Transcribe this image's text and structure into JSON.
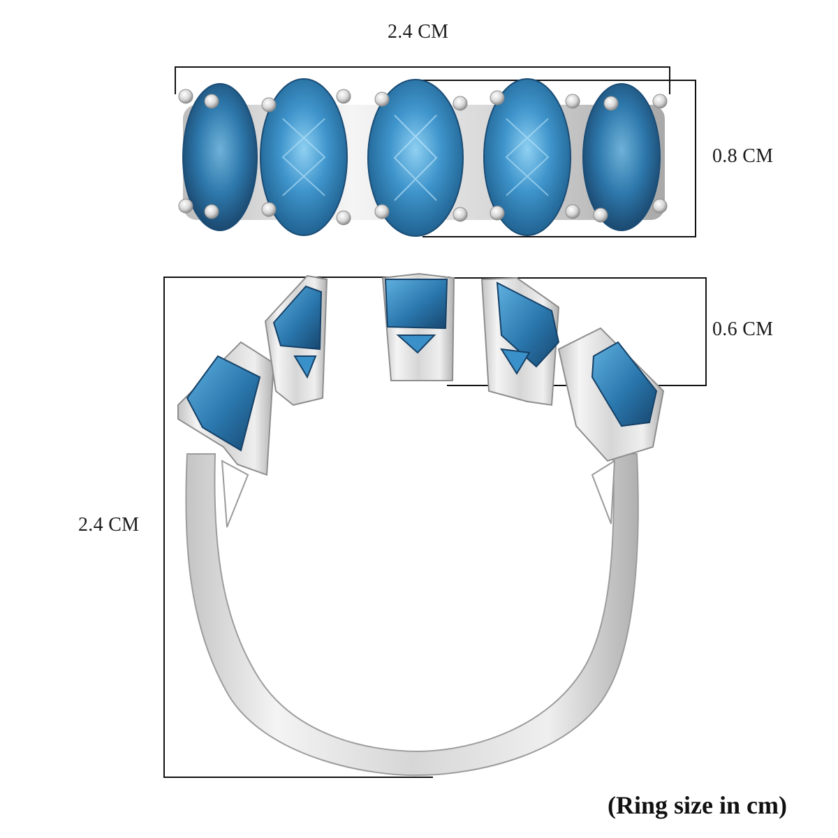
{
  "product": {
    "type": "Five-stone oval gemstone ring",
    "gem_color": "#2f7fb5",
    "metal_color": "#d8d8d8",
    "stone_count": 5
  },
  "top_view": {
    "width_label": "2.4 CM",
    "height_label": "0.8 CM"
  },
  "side_view": {
    "top_height_label": "0.6 CM",
    "total_height_label": "2.4 CM"
  },
  "caption": "(Ring size in cm)",
  "colors": {
    "background": "#ffffff",
    "line": "#111111",
    "gem_light": "#5fb0e0",
    "gem_mid": "#2f84bf",
    "gem_dark": "#1c5c8a",
    "metal_light": "#f4f4f4",
    "metal_mid": "#cfcfcf",
    "metal_dark": "#9a9a9a"
  }
}
